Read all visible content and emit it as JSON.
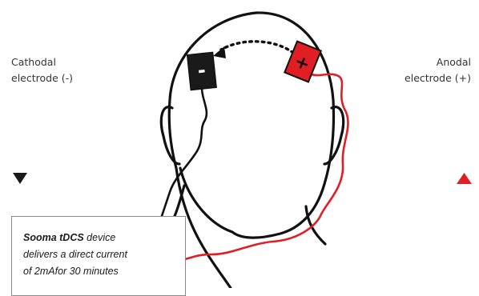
{
  "labels": {
    "cathodal_line1": "Cathodal",
    "cathodal_line2": "electrode (-)",
    "anodal_line1": "Anodal",
    "anodal_line2": "electrode (+)"
  },
  "electrodes": {
    "cathode_sign": "-",
    "anode_sign": "+"
  },
  "info_box": {
    "device_name": "Sooma tDCS",
    "line1_rest": " device",
    "line2": "delivers a direct current",
    "line3": "of 2mAfor 30 minutes"
  },
  "colors": {
    "cathode": "#1a1a1a",
    "anode": "#e01e24",
    "outline": "#111111"
  },
  "icons": {
    "cathode_marker": "down-triangle-icon",
    "anode_marker": "up-triangle-icon"
  }
}
